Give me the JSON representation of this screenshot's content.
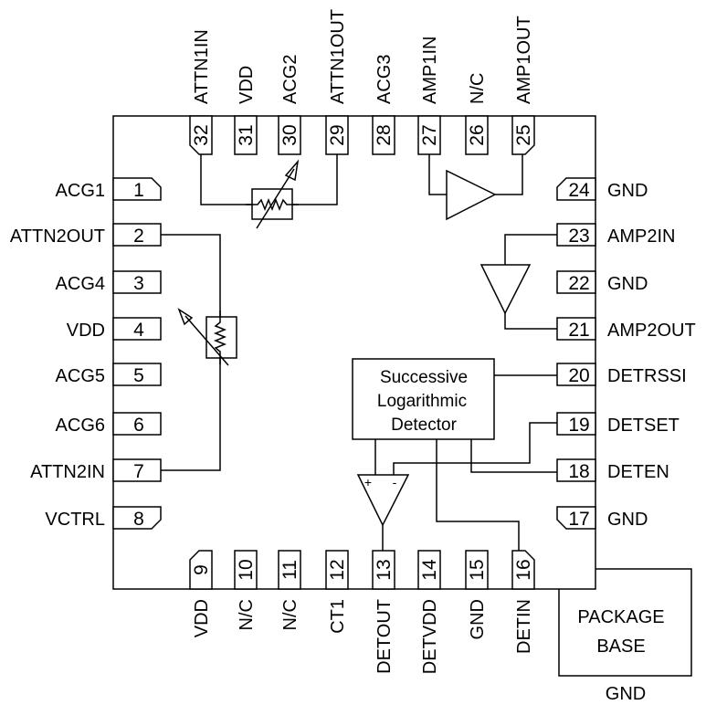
{
  "pins": {
    "top": [
      {
        "num": "32",
        "name": "ATTN1IN"
      },
      {
        "num": "31",
        "name": "VDD"
      },
      {
        "num": "30",
        "name": "ACG2"
      },
      {
        "num": "29",
        "name": "ATTN1OUT"
      },
      {
        "num": "28",
        "name": "ACG3"
      },
      {
        "num": "27",
        "name": "AMP1IN"
      },
      {
        "num": "26",
        "name": "N/C"
      },
      {
        "num": "25",
        "name": "AMP1OUT"
      }
    ],
    "left": [
      {
        "num": "1",
        "name": "ACG1"
      },
      {
        "num": "2",
        "name": "ATTN2OUT"
      },
      {
        "num": "3",
        "name": "ACG4"
      },
      {
        "num": "4",
        "name": "VDD"
      },
      {
        "num": "5",
        "name": "ACG5"
      },
      {
        "num": "6",
        "name": "ACG6"
      },
      {
        "num": "7",
        "name": "ATTN2IN"
      },
      {
        "num": "8",
        "name": "VCTRL"
      }
    ],
    "right": [
      {
        "num": "24",
        "name": "GND"
      },
      {
        "num": "23",
        "name": "AMP2IN"
      },
      {
        "num": "22",
        "name": "GND"
      },
      {
        "num": "21",
        "name": "AMP2OUT"
      },
      {
        "num": "20",
        "name": "DETRSSI"
      },
      {
        "num": "19",
        "name": "DETSET"
      },
      {
        "num": "18",
        "name": "DETEN"
      },
      {
        "num": "17",
        "name": "GND"
      }
    ],
    "bottom": [
      {
        "num": "9",
        "name": "VDD"
      },
      {
        "num": "10",
        "name": "N/C"
      },
      {
        "num": "11",
        "name": "N/C"
      },
      {
        "num": "12",
        "name": "CT1"
      },
      {
        "num": "13",
        "name": "DETOUT"
      },
      {
        "num": "14",
        "name": "DETVDD"
      },
      {
        "num": "15",
        "name": "GND"
      },
      {
        "num": "16",
        "name": "DETIN"
      }
    ]
  },
  "detector": {
    "line1": "Successive",
    "line2": "Logarithmic",
    "line3": "Detector"
  },
  "opamp": {
    "plus": "+",
    "minus": "-"
  },
  "package_base": {
    "line1": "PACKAGE",
    "line2": "BASE",
    "pin": "GND"
  }
}
